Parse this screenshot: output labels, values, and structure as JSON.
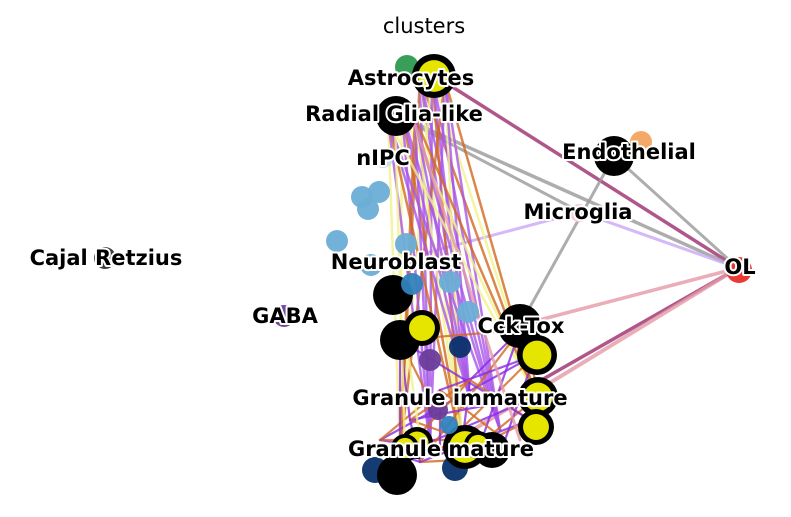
{
  "title": "clusters",
  "colors": {
    "background": "#ffffff",
    "ring": "#000000",
    "highlight": "#e5e500",
    "edge_grey": "#999999",
    "edge_purple": "#a855e8",
    "edge_orange": "#d2691e",
    "edge_pink": "#e39aa6",
    "edge_maroon": "#9b2d6e",
    "edge_lavender": "#c9a6f5",
    "edge_yellow": "#f1f18c"
  },
  "nodes": [
    {
      "id": "astrocytes",
      "label": "Astrocytes",
      "color": "#2e9a4f"
    },
    {
      "id": "radial-glia-like",
      "label": "Radial Glia-like",
      "color": "#3c3c3c"
    },
    {
      "id": "nipc",
      "label": "nIPC",
      "color": "#c6dbef"
    },
    {
      "id": "endothelial",
      "label": "Endothelial",
      "color": "#f4a460"
    },
    {
      "id": "microglia",
      "label": "Microglia",
      "color": "#fbc7d4"
    },
    {
      "id": "cajal-retzius",
      "label": "Cajal Retzius",
      "color": "#333333"
    },
    {
      "id": "neuroblast",
      "label": "Neuroblast",
      "color": "#6baed6"
    },
    {
      "id": "ol",
      "label": "OL",
      "color": "#e8302a"
    },
    {
      "id": "gaba",
      "label": "GABA",
      "color": "#6a3d9a"
    },
    {
      "id": "cck-tox",
      "label": "Cck-Tox",
      "color": "#3182bd"
    },
    {
      "id": "granule-immature",
      "label": "Granule immature",
      "color": "#2171b5"
    },
    {
      "id": "granule-mature",
      "label": "Granule mature",
      "color": "#08306b"
    }
  ]
}
